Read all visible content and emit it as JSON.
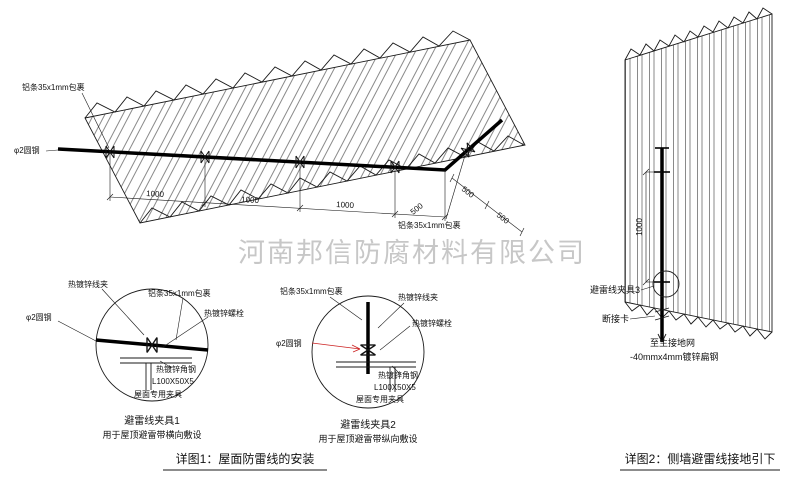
{
  "watermark": "河南邦信防腐材料有限公司",
  "colors": {
    "highlight_red": "#cc2222",
    "watermark_gray": "#9a9a9a",
    "line": "#1a1a1a"
  },
  "figure1": {
    "caption": "详图1：屋面防雷线的安装",
    "roof": {
      "strip_label_top": "铝条35x1mm包裹",
      "strip_label_bottom": "铝条35x1mm包裹",
      "rod_label": "φ2圆钢",
      "dim_1000": "1000",
      "dim_500": "500"
    },
    "detail1": {
      "title": "避雷线夹具1",
      "subtitle": "用于屋顶避雷带横向敷设",
      "labels": {
        "clip": "热镀锌线夹",
        "strip": "铝条35x1mm包裹",
        "bolt": "热镀锌螺栓",
        "rod": "φ2圆钢",
        "angle_steel": "热镀锌角钢",
        "angle_size": "L100X50X5",
        "roof_fixture": "屋面专用夹具"
      }
    },
    "detail2": {
      "title": "避雷线夹具2",
      "subtitle": "用于屋顶避雷带纵向敷设",
      "labels": {
        "clip": "热镀锌线夹",
        "strip": "铝条35x1mm包裹",
        "bolt": "热镀锌螺栓",
        "rod": "φ2圆钢",
        "angle_steel": "热镀锌角钢",
        "angle_size": "L100X50X5",
        "roof_fixture": "屋面专用夹具"
      }
    }
  },
  "figure2": {
    "caption": "详图2：侧墙避雷线接地引下",
    "dim_1000": "1000",
    "labels": {
      "clamp": "避雷线夹具3",
      "disconnect": "断接卡",
      "to_ground": "至主接地网",
      "flat_steel": "-40mmx4mm镀锌扁钢"
    }
  }
}
